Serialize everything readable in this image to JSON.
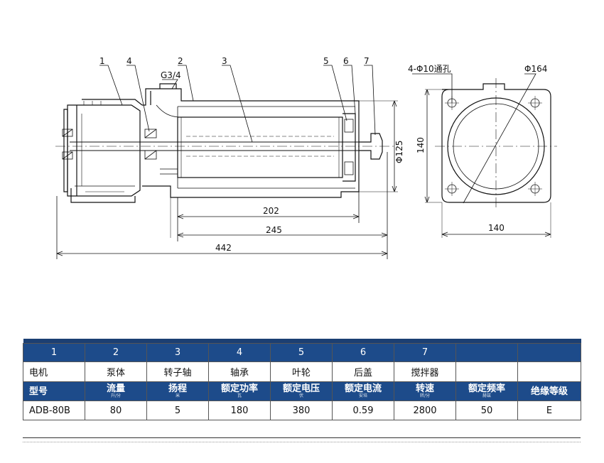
{
  "drawing": {
    "callouts": [
      {
        "id": "c1",
        "label": "1"
      },
      {
        "id": "c4",
        "label": "4"
      },
      {
        "id": "c2",
        "label": "2"
      },
      {
        "id": "c3",
        "label": "3"
      },
      {
        "id": "c5",
        "label": "5"
      },
      {
        "id": "c6",
        "label": "6"
      },
      {
        "id": "c7",
        "label": "7"
      }
    ],
    "port_label": "G3/4",
    "dim_202": "202",
    "dim_245": "245",
    "dim_442": "442",
    "dia_125": "Φ125",
    "side_holes": "4-Φ10通孔",
    "side_dia": "Φ164",
    "side_height": "140",
    "side_width": "140"
  },
  "table": {
    "numbers": [
      "1",
      "2",
      "3",
      "4",
      "5",
      "6",
      "7",
      "",
      ""
    ],
    "parts": [
      "电机",
      "泵体",
      "转子轴",
      "轴承",
      "叶轮",
      "后盖",
      "搅拌器",
      "",
      ""
    ],
    "headers": [
      {
        "main": "型号",
        "unit": ""
      },
      {
        "main": "流量",
        "unit": "升/分"
      },
      {
        "main": "扬程",
        "unit": "米"
      },
      {
        "main": "额定功率",
        "unit": "瓦"
      },
      {
        "main": "额定电压",
        "unit": "伏"
      },
      {
        "main": "额定电流",
        "unit": "安培"
      },
      {
        "main": "转速",
        "unit": "转/分"
      },
      {
        "main": "额定频率",
        "unit": "赫兹"
      },
      {
        "main": "绝缘等级",
        "unit": ""
      }
    ],
    "values": [
      "ADB-80B",
      "80",
      "5",
      "180",
      "380",
      "0.59",
      "2800",
      "50",
      "E"
    ]
  }
}
